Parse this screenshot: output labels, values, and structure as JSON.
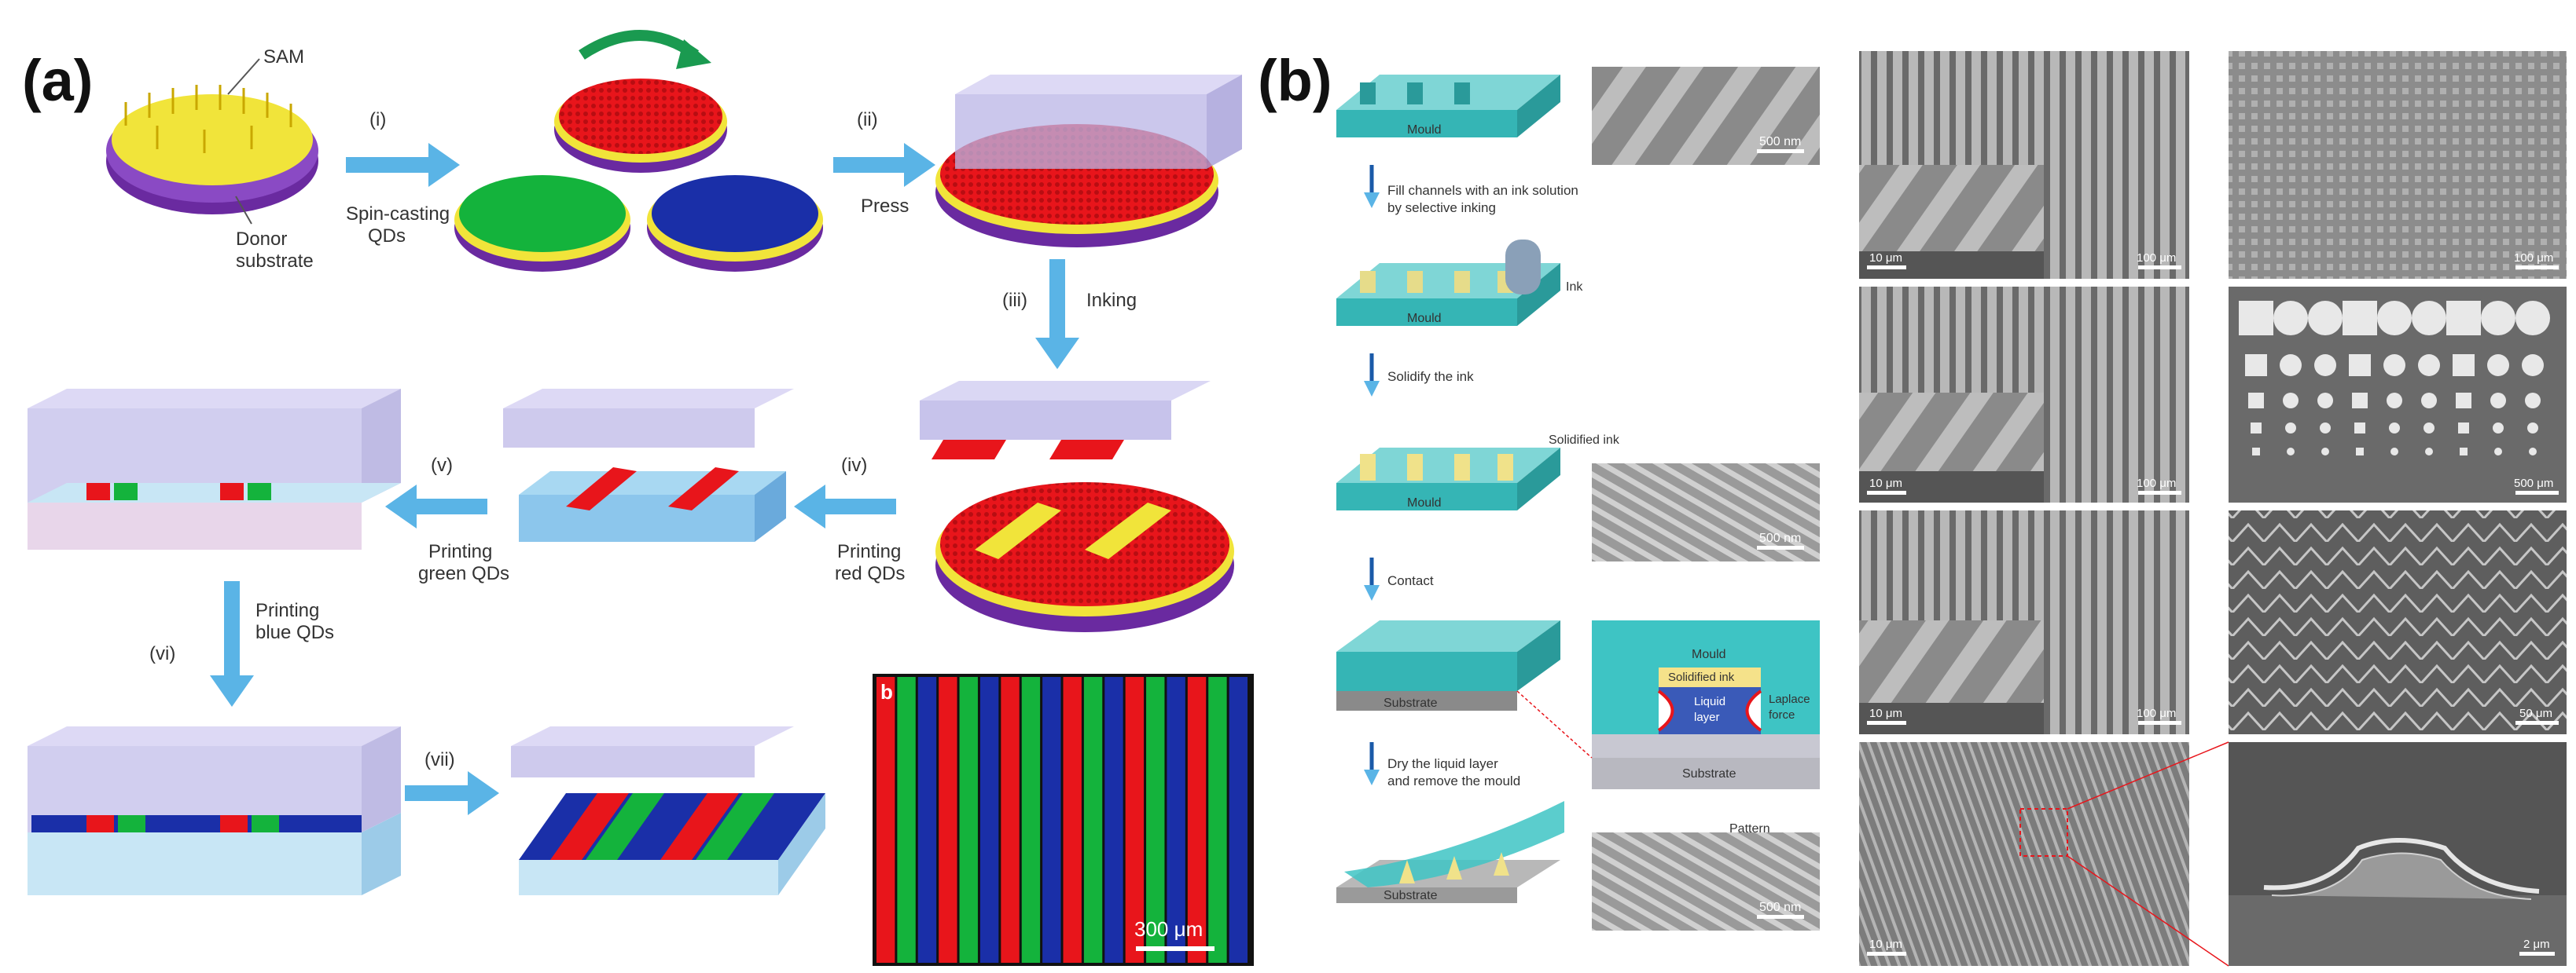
{
  "panel_a": {
    "label": "(a)",
    "sam": "SAM",
    "donor": [
      "Donor",
      "substrate"
    ],
    "step_i": "(i)",
    "spin": [
      "Spin-casting",
      "QDs"
    ],
    "step_ii": "(ii)",
    "press": "Press",
    "step_iii": "(iii)",
    "inking": "Inking",
    "step_iv": "(iv)",
    "print_red": [
      "Printing",
      "red QDs"
    ],
    "step_v": "(v)",
    "print_green": [
      "Printing",
      "green QDs"
    ],
    "step_vi": "(vi)",
    "print_blue": [
      "Printing",
      "blue QDs"
    ],
    "step_vii": "(vii)",
    "inset_label": "b",
    "scale_300": "300 μm"
  },
  "panel_b": {
    "label": "(b)",
    "mould": "Mould",
    "fill": [
      "Fill channels with an ink solution",
      "by selective inking"
    ],
    "ink": "Ink",
    "solidify": "Solidify the ink",
    "solidified_ink": "Solidified ink",
    "contact": "Contact",
    "cross": {
      "mould": "Mould",
      "solidified_ink": "Solidified ink",
      "liquid": [
        "Liquid",
        "layer"
      ],
      "laplace": [
        "Laplace",
        "force"
      ],
      "substrate": "Substrate"
    },
    "substrate": "Substrate",
    "dry": [
      "Dry the liquid layer",
      "and remove the mould"
    ],
    "pattern": "Pattern",
    "scale_500": "500 nm",
    "scale_10": "10 μm",
    "scale_100": "100 μm",
    "scale_500um": "500 μm",
    "scale_50": "50 μm",
    "scale_2": "2 μm"
  },
  "colors": {
    "red": "#e8151b",
    "green": "#14b33c",
    "blue": "#1a2fa8",
    "purple": "#6a2aa0",
    "yellow": "#f1e43a",
    "teal": "#3fbfbf",
    "arrow": "#5ab4e6",
    "stamp": "#b9b4e6"
  }
}
